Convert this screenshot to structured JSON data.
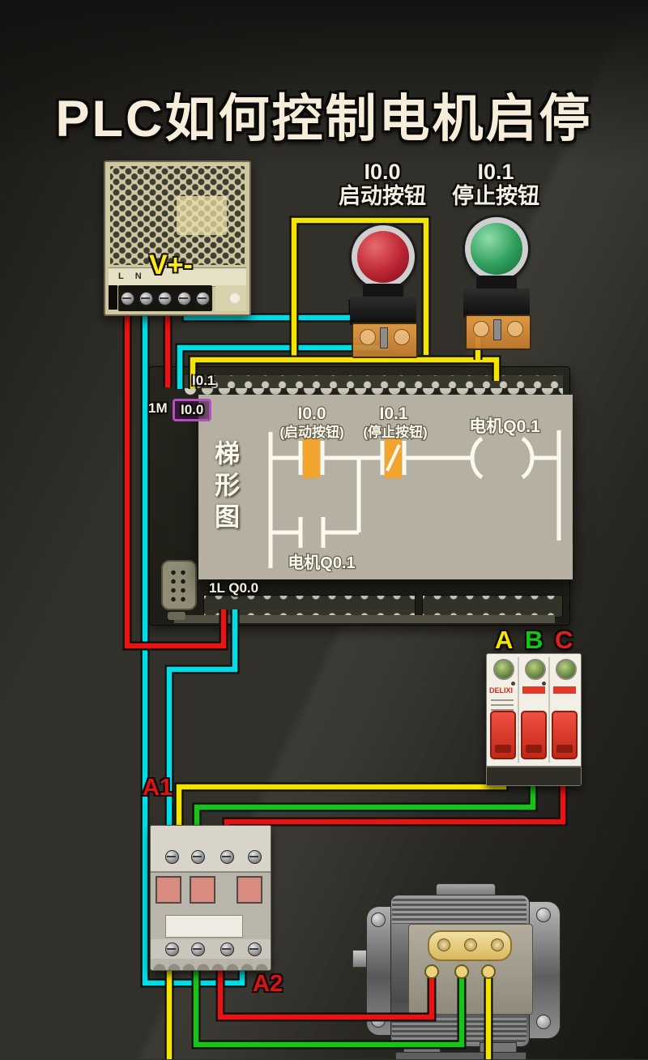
{
  "title": "PLC如何控制电机启停",
  "power_supply": {
    "label": "V+-",
    "terminal_l": "L",
    "terminal_n": "N"
  },
  "buttons": {
    "start": {
      "address": "I0.0",
      "name": "启动按钮"
    },
    "stop": {
      "address": "I0.1",
      "name": "停止按钮"
    }
  },
  "plc": {
    "top_input_label": "I0.1",
    "common_label": "1M",
    "input_label": "I0.0",
    "output_label": "1L Q0.0"
  },
  "ladder": {
    "panel_title": "梯形图",
    "contact_start_address": "I0.0",
    "contact_start_desc": "(启动按钮)",
    "contact_stop_address": "I0.1",
    "contact_stop_desc": "(停止按钮)",
    "coil_label": "电机Q0.1",
    "holding_contact_label": "电机Q0.1"
  },
  "breaker": {
    "brand": "DELIXI",
    "phase_a": "A",
    "phase_b": "B",
    "phase_c": "C"
  },
  "contactor": {
    "coil_in": "A1",
    "coil_out": "A2"
  },
  "colors": {
    "phase_a_label": "#f5e400",
    "phase_b_label": "#17c517",
    "phase_c_label": "#d81414",
    "wire_red": "#e81313",
    "wire_yellow": "#f5e400",
    "wire_cyan": "#00dde8",
    "wire_green": "#17c517",
    "title_text": "#f6eedb",
    "psu_label": "#ffe81e"
  }
}
